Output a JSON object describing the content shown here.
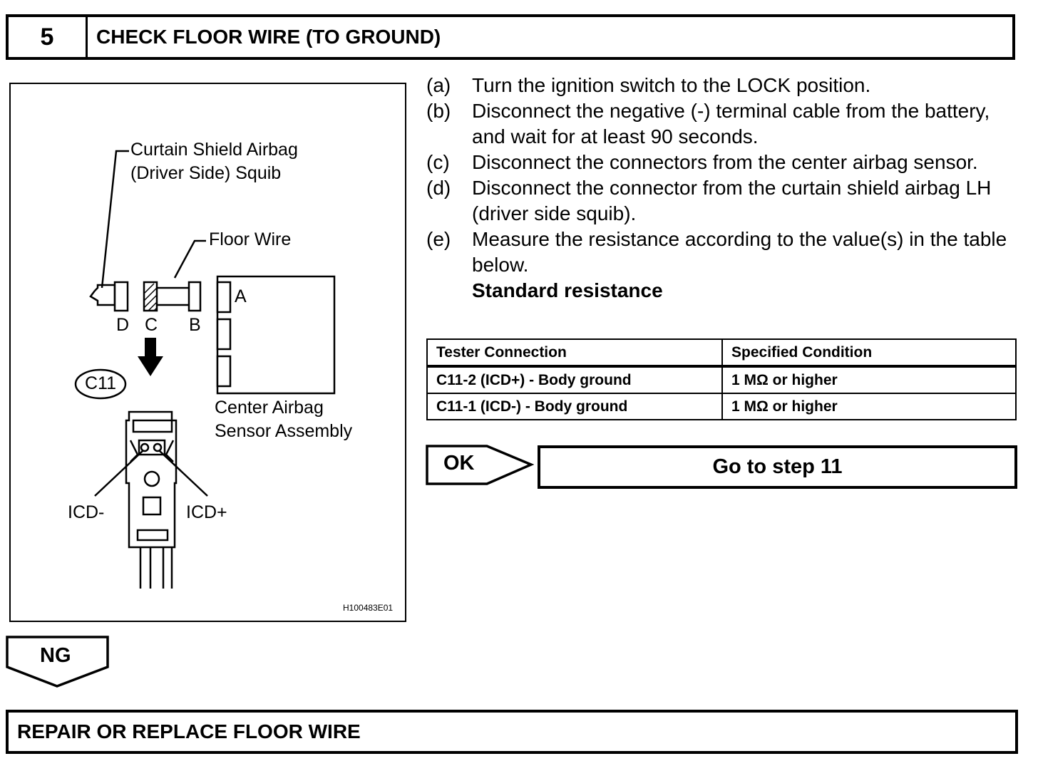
{
  "header": {
    "step_number": "5",
    "title": "CHECK FLOOR WIRE (TO GROUND)"
  },
  "diagram": {
    "squib_label_line1": "Curtain Shield Airbag",
    "squib_label_line2": "(Driver Side) Squib",
    "floor_wire_label": "Floor Wire",
    "connector_a": "A",
    "connector_b": "B",
    "connector_c": "C",
    "connector_d": "D",
    "connector_id": "C11",
    "sensor_label_line1": "Center Airbag",
    "sensor_label_line2": "Sensor Assembly",
    "icd_minus": "ICD-",
    "icd_plus": "ICD+",
    "figure_code": "H100483E01"
  },
  "instructions": [
    {
      "letter": "(a)",
      "text": "Turn the ignition switch to the LOCK position."
    },
    {
      "letter": "(b)",
      "text": "Disconnect the negative (-) terminal cable from the battery, and wait for at least 90 seconds."
    },
    {
      "letter": "(c)",
      "text": "Disconnect the connectors from the center airbag sensor."
    },
    {
      "letter": "(d)",
      "text": "Disconnect the connector from the curtain shield airbag LH (driver side squib)."
    },
    {
      "letter": "(e)",
      "text": "Measure the resistance according to the value(s) in the table below."
    }
  ],
  "standard_resistance_label": "Standard resistance",
  "table": {
    "headers": [
      "Tester Connection",
      "Specified Condition"
    ],
    "rows": [
      [
        "C11-2 (ICD+) - Body ground",
        "1 MΩ or higher"
      ],
      [
        "C11-1 (ICD-) - Body ground",
        "1 MΩ or higher"
      ]
    ]
  },
  "ok": {
    "label": "OK",
    "action": "Go to step 11"
  },
  "ng": {
    "label": "NG",
    "action": "REPAIR OR REPLACE FLOOR WIRE"
  }
}
